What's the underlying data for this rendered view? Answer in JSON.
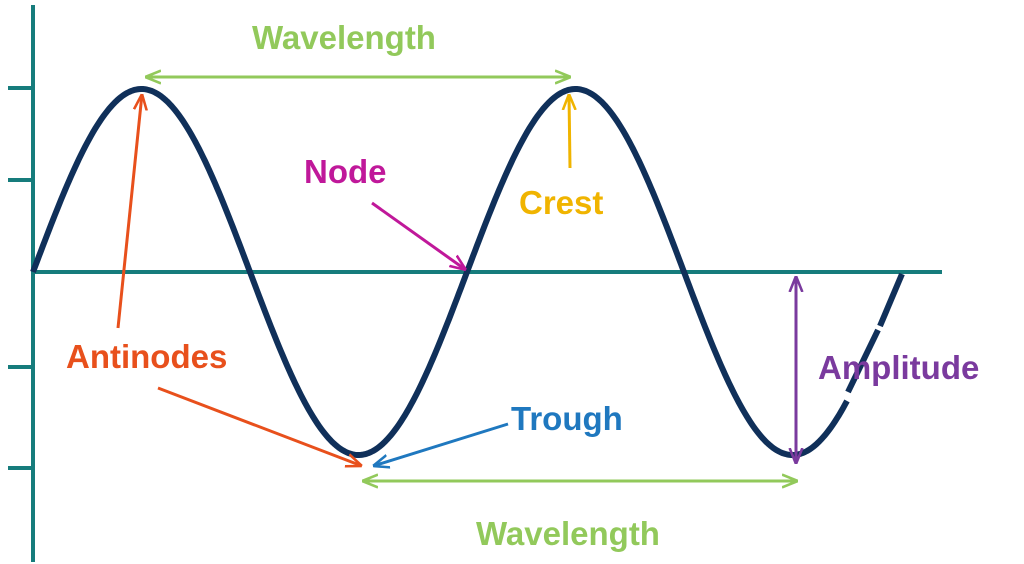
{
  "labels": {
    "wavelength_top": "Wavelength",
    "wavelength_bottom": "Wavelength",
    "node": "Node",
    "crest": "Crest",
    "antinodes": "Antinodes",
    "trough": "Trough",
    "amplitude": "Amplitude"
  },
  "colors": {
    "axis": "#167c7c",
    "wave": "#10305a",
    "wavelength": "#92c95b",
    "node": "#c0189a",
    "crest": "#f0b400",
    "antinodes": "#e8501c",
    "trough": "#1f78bf",
    "amplitude": "#7a3a9e"
  }
}
